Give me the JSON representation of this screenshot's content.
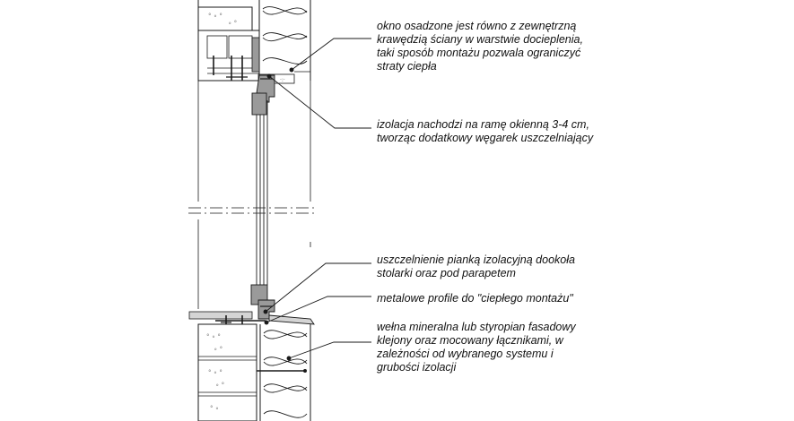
{
  "annotations": [
    {
      "id": "window-flush",
      "text": "okno osadzone jest równo z zewnętrzną\nkrawędzią ściany w warstwie docieplenia,\ntaki sposób montażu pozwala ograniczyć\nstraty ciepła"
    },
    {
      "id": "insulation-overlap",
      "text": "izolacja nachodzi na ramę okienną 3-4 cm,\ntworząc dodatkowy węgarek uszczelniający"
    },
    {
      "id": "foam-seal",
      "text": "uszczelnienie pianką izolacyjną dookoła\nstolarki oraz pod parapetem"
    },
    {
      "id": "metal-profiles",
      "text": "metalowe profile do \"ciepłego montażu\""
    },
    {
      "id": "mineral-wool",
      "text": "wełna mineralna lub styropian fasadowy\nklejony oraz mocowany łącznikami, w\nzależności od wybranego systemu i\ngrubości izolacji"
    }
  ],
  "colors": {
    "line": "#1a1a1a",
    "frame": "#9a9a9a",
    "light": "#d4d4d4",
    "background": "#ffffff"
  }
}
